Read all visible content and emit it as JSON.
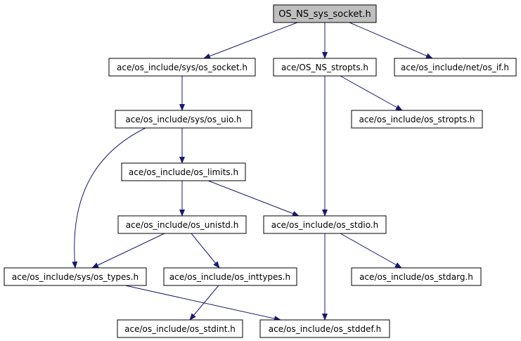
{
  "nodes": {
    "root": "OS_NS_sys_socket.h",
    "sys_socket": "ace/os_include/sys/os_socket.h",
    "stropts_ns": "ace/OS_NS_stropts.h",
    "net_if": "ace/os_include/net/os_if.h",
    "sys_uio": "ace/os_include/sys/os_uio.h",
    "stropts": "ace/os_include/os_stropts.h",
    "limits": "ace/os_include/os_limits.h",
    "unistd": "ace/os_include/os_unistd.h",
    "stdio": "ace/os_include/os_stdio.h",
    "sys_types": "ace/os_include/sys/os_types.h",
    "inttypes": "ace/os_include/os_inttypes.h",
    "stdarg": "ace/os_include/os_stdarg.h",
    "stdint": "ace/os_include/os_stdint.h",
    "stddef": "ace/os_include/os_stddef.h"
  },
  "edges": [
    [
      "root",
      "sys_socket"
    ],
    [
      "root",
      "stropts_ns"
    ],
    [
      "root",
      "net_if"
    ],
    [
      "sys_socket",
      "sys_uio"
    ],
    [
      "stropts_ns",
      "stropts"
    ],
    [
      "stropts_ns",
      "stdio"
    ],
    [
      "sys_uio",
      "limits"
    ],
    [
      "sys_uio",
      "sys_types"
    ],
    [
      "limits",
      "unistd"
    ],
    [
      "limits",
      "stdio"
    ],
    [
      "unistd",
      "sys_types"
    ],
    [
      "unistd",
      "inttypes"
    ],
    [
      "stdio",
      "stdarg"
    ],
    [
      "stdio",
      "stddef"
    ],
    [
      "sys_types",
      "stddef"
    ],
    [
      "inttypes",
      "stdint"
    ]
  ],
  "colors": {
    "root_fill": "#bfbfbf",
    "node_fill": "#ffffff",
    "node_border": "#000000",
    "edge": "#191970"
  }
}
